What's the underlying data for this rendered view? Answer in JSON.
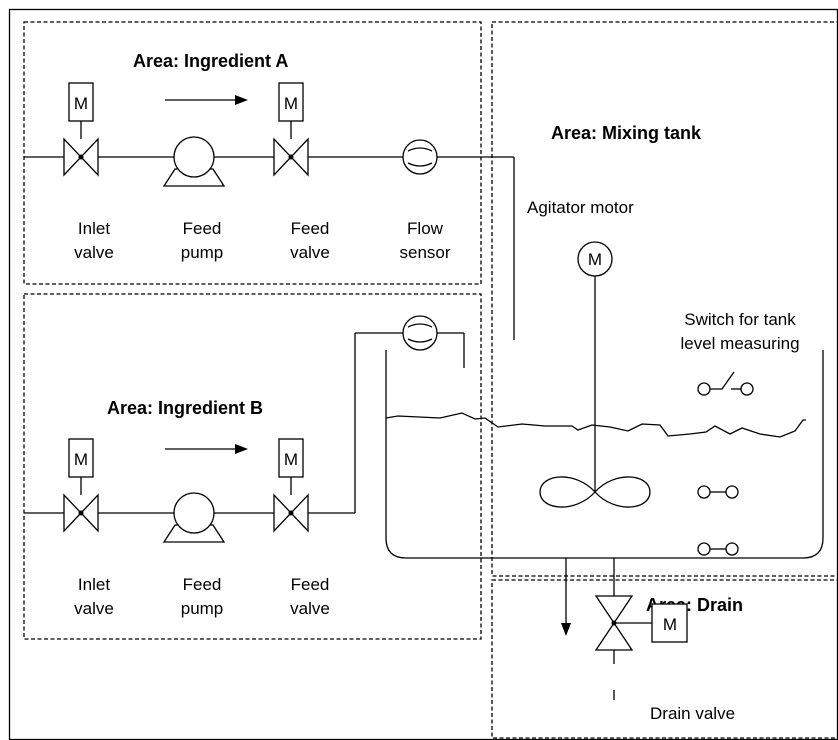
{
  "areas": {
    "ingredient_a": "Area: Ingredient A",
    "ingredient_b": "Area: Ingredient B",
    "mixing_tank": "Area: Mixing tank",
    "drain": "Area: Drain"
  },
  "motor_symbol": "M",
  "ingredient_a": {
    "inlet_valve": [
      "Inlet",
      "valve"
    ],
    "feed_pump": [
      "Feed",
      "pump"
    ],
    "feed_valve": [
      "Feed",
      "valve"
    ],
    "flow_sensor": [
      "Flow",
      "sensor"
    ]
  },
  "ingredient_b": {
    "inlet_valve": [
      "Inlet",
      "valve"
    ],
    "feed_pump": [
      "Feed",
      "pump"
    ],
    "feed_valve": [
      "Feed",
      "valve"
    ]
  },
  "mixing_tank": {
    "agitator_motor": "Agitator motor",
    "level_switch": [
      "Switch for tank",
      "level measuring"
    ]
  },
  "drain": {
    "drain_valve": "Drain valve"
  }
}
